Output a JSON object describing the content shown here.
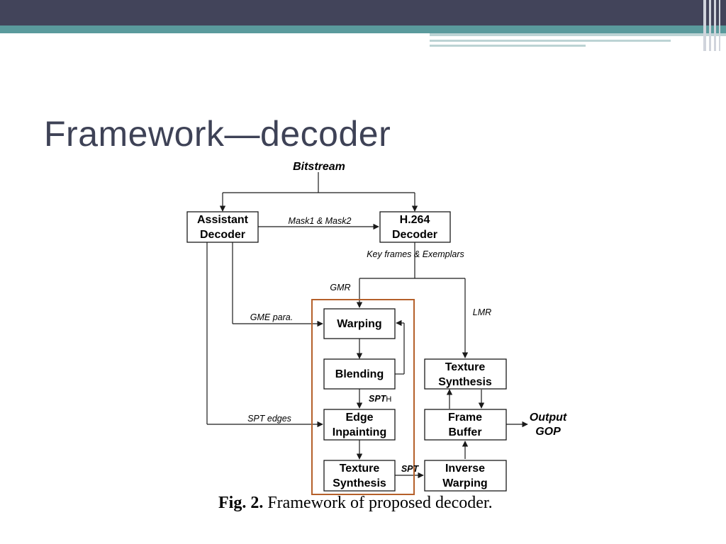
{
  "slide": {
    "title": "Framework—decoder",
    "caption_bold": "Fig. 2.",
    "caption_text": " Framework of proposed decoder."
  },
  "diagram": {
    "input": "Bitstream",
    "boxes": {
      "assistant_decoder": [
        "Assistant",
        "Decoder"
      ],
      "h264_decoder": [
        "H.264",
        "Decoder"
      ],
      "warping": [
        "Warping"
      ],
      "blending": [
        "Blending"
      ],
      "edge_inpainting": [
        "Edge",
        "Inpainting"
      ],
      "texture_synthesis_left": [
        "Texture",
        "Synthesis"
      ],
      "texture_synthesis_right": [
        "Texture",
        "Synthesis"
      ],
      "frame_buffer": [
        "Frame",
        "Buffer"
      ],
      "inverse_warping": [
        "Inverse",
        "Warping"
      ]
    },
    "edge_labels": {
      "mask": "Mask1 & Mask2",
      "key_frames": "Key frames & Exemplars",
      "gmr": "GMR",
      "lmr": "LMR",
      "gme": "GME para.",
      "spt_h": "SPT",
      "spt_h_sub": "H",
      "spt_edges": "SPT edges",
      "spt": "SPT"
    },
    "output": [
      "Output",
      "GOP"
    ],
    "colors": {
      "highlight": "#b5602a",
      "bar_dark": "#42445a",
      "bar_teal": "#5a9a9c"
    }
  }
}
